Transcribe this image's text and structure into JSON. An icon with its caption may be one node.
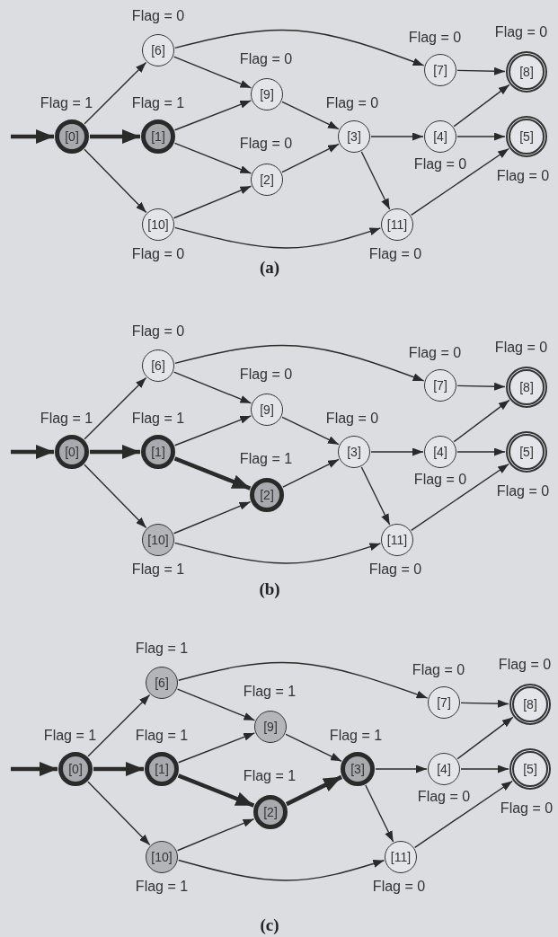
{
  "diagram": {
    "nodes": [
      {
        "text": [
          "[0]"
        ],
        "beside": [
          "Flag = 1"
        ]
      },
      {
        "text": [
          "[6]"
        ],
        "beside": [
          "Flag = 0"
        ]
      },
      {
        "text": [
          "[1]"
        ],
        "beside": [
          "Flag = 1"
        ]
      },
      {
        "text": [
          "[10]"
        ],
        "beside": [
          "Flag = 0"
        ]
      },
      {
        "text": [
          "[9]"
        ],
        "beside": [
          "Flag = 0"
        ]
      },
      {
        "text": [
          "[2]"
        ],
        "beside": [
          "Flag = 0"
        ]
      },
      {
        "text": [
          "[3]"
        ],
        "beside": [
          "Flag = 0"
        ]
      },
      {
        "text": [
          "[7]"
        ],
        "beside": [
          "Flag = 0"
        ]
      },
      {
        "text": [
          "[4]"
        ],
        "beside": [
          "Flag = 0"
        ]
      },
      {
        "text": [
          "[11]"
        ],
        "beside": [
          "Flag = 0"
        ]
      },
      {
        "text": [
          "[8]"
        ],
        "beside": [
          "Flag = 0"
        ]
      },
      {
        "text": [
          "[5]"
        ],
        "beside": [
          "Flag = 0"
        ]
      },
      {
        "text": [
          "[0]"
        ],
        "beside": [
          "Flag = 1"
        ]
      },
      {
        "text": [
          "[6]"
        ],
        "beside": [
          "Flag = 0"
        ]
      },
      {
        "text": [
          "[1]"
        ],
        "beside": [
          "Flag = 1"
        ]
      },
      {
        "text": [
          "[10]"
        ],
        "beside": [
          "Flag = 1"
        ]
      },
      {
        "text": [
          "[9]"
        ],
        "beside": [
          "Flag = 0"
        ]
      },
      {
        "text": [
          "[2]"
        ],
        "beside": [
          "Flag = 1"
        ]
      },
      {
        "text": [
          "[3]"
        ],
        "beside": [
          "Flag = 0"
        ]
      },
      {
        "text": [
          "[7]"
        ],
        "beside": [
          "Flag = 0"
        ]
      },
      {
        "text": [
          "[4]"
        ],
        "beside": [
          "Flag = 0"
        ]
      },
      {
        "text": [
          "[11]"
        ],
        "beside": [
          "Flag = 0"
        ]
      },
      {
        "text": [
          "[8]"
        ],
        "beside": [
          "Flag = 0"
        ]
      },
      {
        "text": [
          "[5]"
        ],
        "beside": [
          "Flag = 0"
        ]
      },
      {
        "text": [
          "[0]"
        ],
        "beside": [
          "Flag = 1"
        ]
      },
      {
        "text": [
          "[6]"
        ],
        "beside": [
          "Flag = 1"
        ]
      },
      {
        "text": [
          "[1]"
        ],
        "beside": [
          "Flag = 1"
        ]
      },
      {
        "text": [
          "[10]"
        ],
        "beside": [
          "Flag = 1"
        ]
      },
      {
        "text": [
          "[9]"
        ],
        "beside": [
          "Flag = 1"
        ]
      },
      {
        "text": [
          "[2]"
        ],
        "beside": [
          "Flag = 1"
        ]
      },
      {
        "text": [
          "[3]"
        ],
        "beside": [
          "Flag = 1"
        ]
      },
      {
        "text": [
          "[7]"
        ],
        "beside": [
          "Flag = 0"
        ]
      },
      {
        "text": [
          "[4]"
        ],
        "beside": [
          "Flag = 0"
        ]
      },
      {
        "text": [
          "[11]"
        ],
        "beside": [
          "Flag = 0"
        ]
      },
      {
        "text": [
          "[8]"
        ],
        "beside": [
          "Flag = 0"
        ]
      },
      {
        "text": [
          "[5]"
        ],
        "beside": [
          "Flag = 0"
        ]
      }
    ],
    "edges": [
      {
        "from": null,
        "to": 0,
        "arrow": "to",
        "style": "thick"
      },
      {
        "from": 0,
        "to": 1,
        "arrow": "to"
      },
      {
        "from": 0,
        "to": 2,
        "arrow": "to",
        "style": "thick"
      },
      {
        "from": 0,
        "to": 3,
        "arrow": "to"
      },
      {
        "from": 1,
        "to": 7,
        "arrow": "to"
      },
      {
        "from": 1,
        "to": 4,
        "arrow": "to"
      },
      {
        "from": 2,
        "to": 4,
        "arrow": "to"
      },
      {
        "from": 2,
        "to": 5,
        "arrow": "to"
      },
      {
        "from": 3,
        "to": 5,
        "arrow": "to"
      },
      {
        "from": 3,
        "to": 9,
        "arrow": "to"
      },
      {
        "from": 4,
        "to": 6,
        "arrow": "to"
      },
      {
        "from": 5,
        "to": 6,
        "arrow": "to"
      },
      {
        "from": 6,
        "to": 8,
        "arrow": "to"
      },
      {
        "from": 6,
        "to": 9,
        "arrow": "to"
      },
      {
        "from": 8,
        "to": 10,
        "arrow": "to"
      },
      {
        "from": 8,
        "to": 11,
        "arrow": "to"
      },
      {
        "from": 7,
        "to": 10,
        "arrow": "to"
      },
      {
        "from": 9,
        "to": 11,
        "arrow": "to"
      },
      {
        "from": null,
        "to": 12,
        "arrow": "to",
        "style": "thick"
      },
      {
        "from": 12,
        "to": 13,
        "arrow": "to"
      },
      {
        "from": 12,
        "to": 14,
        "arrow": "to",
        "style": "thick"
      },
      {
        "from": 12,
        "to": 15,
        "arrow": "to"
      },
      {
        "from": 13,
        "to": 19,
        "arrow": "to"
      },
      {
        "from": 13,
        "to": 16,
        "arrow": "to"
      },
      {
        "from": 14,
        "to": 16,
        "arrow": "to"
      },
      {
        "from": 14,
        "to": 17,
        "arrow": "to",
        "style": "thick"
      },
      {
        "from": 15,
        "to": 17,
        "arrow": "to"
      },
      {
        "from": 15,
        "to": 21,
        "arrow": "to"
      },
      {
        "from": 16,
        "to": 18,
        "arrow": "to"
      },
      {
        "from": 17,
        "to": 18,
        "arrow": "to"
      },
      {
        "from": 18,
        "to": 20,
        "arrow": "to"
      },
      {
        "from": 18,
        "to": 21,
        "arrow": "to"
      },
      {
        "from": 20,
        "to": 22,
        "arrow": "to"
      },
      {
        "from": 20,
        "to": 23,
        "arrow": "to"
      },
      {
        "from": 19,
        "to": 22,
        "arrow": "to"
      },
      {
        "from": 21,
        "to": 23,
        "arrow": "to"
      },
      {
        "from": null,
        "to": 24,
        "arrow": "to",
        "style": "thick"
      },
      {
        "from": 24,
        "to": 25,
        "arrow": "to"
      },
      {
        "from": 24,
        "to": 26,
        "arrow": "to",
        "style": "thick"
      },
      {
        "from": 24,
        "to": 27,
        "arrow": "to"
      },
      {
        "from": 25,
        "to": 31,
        "arrow": "to"
      },
      {
        "from": 25,
        "to": 28,
        "arrow": "to"
      },
      {
        "from": 26,
        "to": 28,
        "arrow": "to"
      },
      {
        "from": 26,
        "to": 29,
        "arrow": "to",
        "style": "thick"
      },
      {
        "from": 27,
        "to": 29,
        "arrow": "to"
      },
      {
        "from": 27,
        "to": 33,
        "arrow": "to"
      },
      {
        "from": 28,
        "to": 30,
        "arrow": "to"
      },
      {
        "from": 29,
        "to": 30,
        "arrow": "to",
        "style": "thick"
      },
      {
        "from": 30,
        "to": 32,
        "arrow": "to"
      },
      {
        "from": 30,
        "to": 33,
        "arrow": "to"
      },
      {
        "from": 32,
        "to": 34,
        "arrow": "to"
      },
      {
        "from": 32,
        "to": 35,
        "arrow": "to"
      },
      {
        "from": 31,
        "to": 34,
        "arrow": "to"
      },
      {
        "from": 33,
        "to": 35,
        "arrow": "to"
      }
    ],
    "labels": [
      "(a)",
      "(b)",
      "(c)"
    ]
  }
}
